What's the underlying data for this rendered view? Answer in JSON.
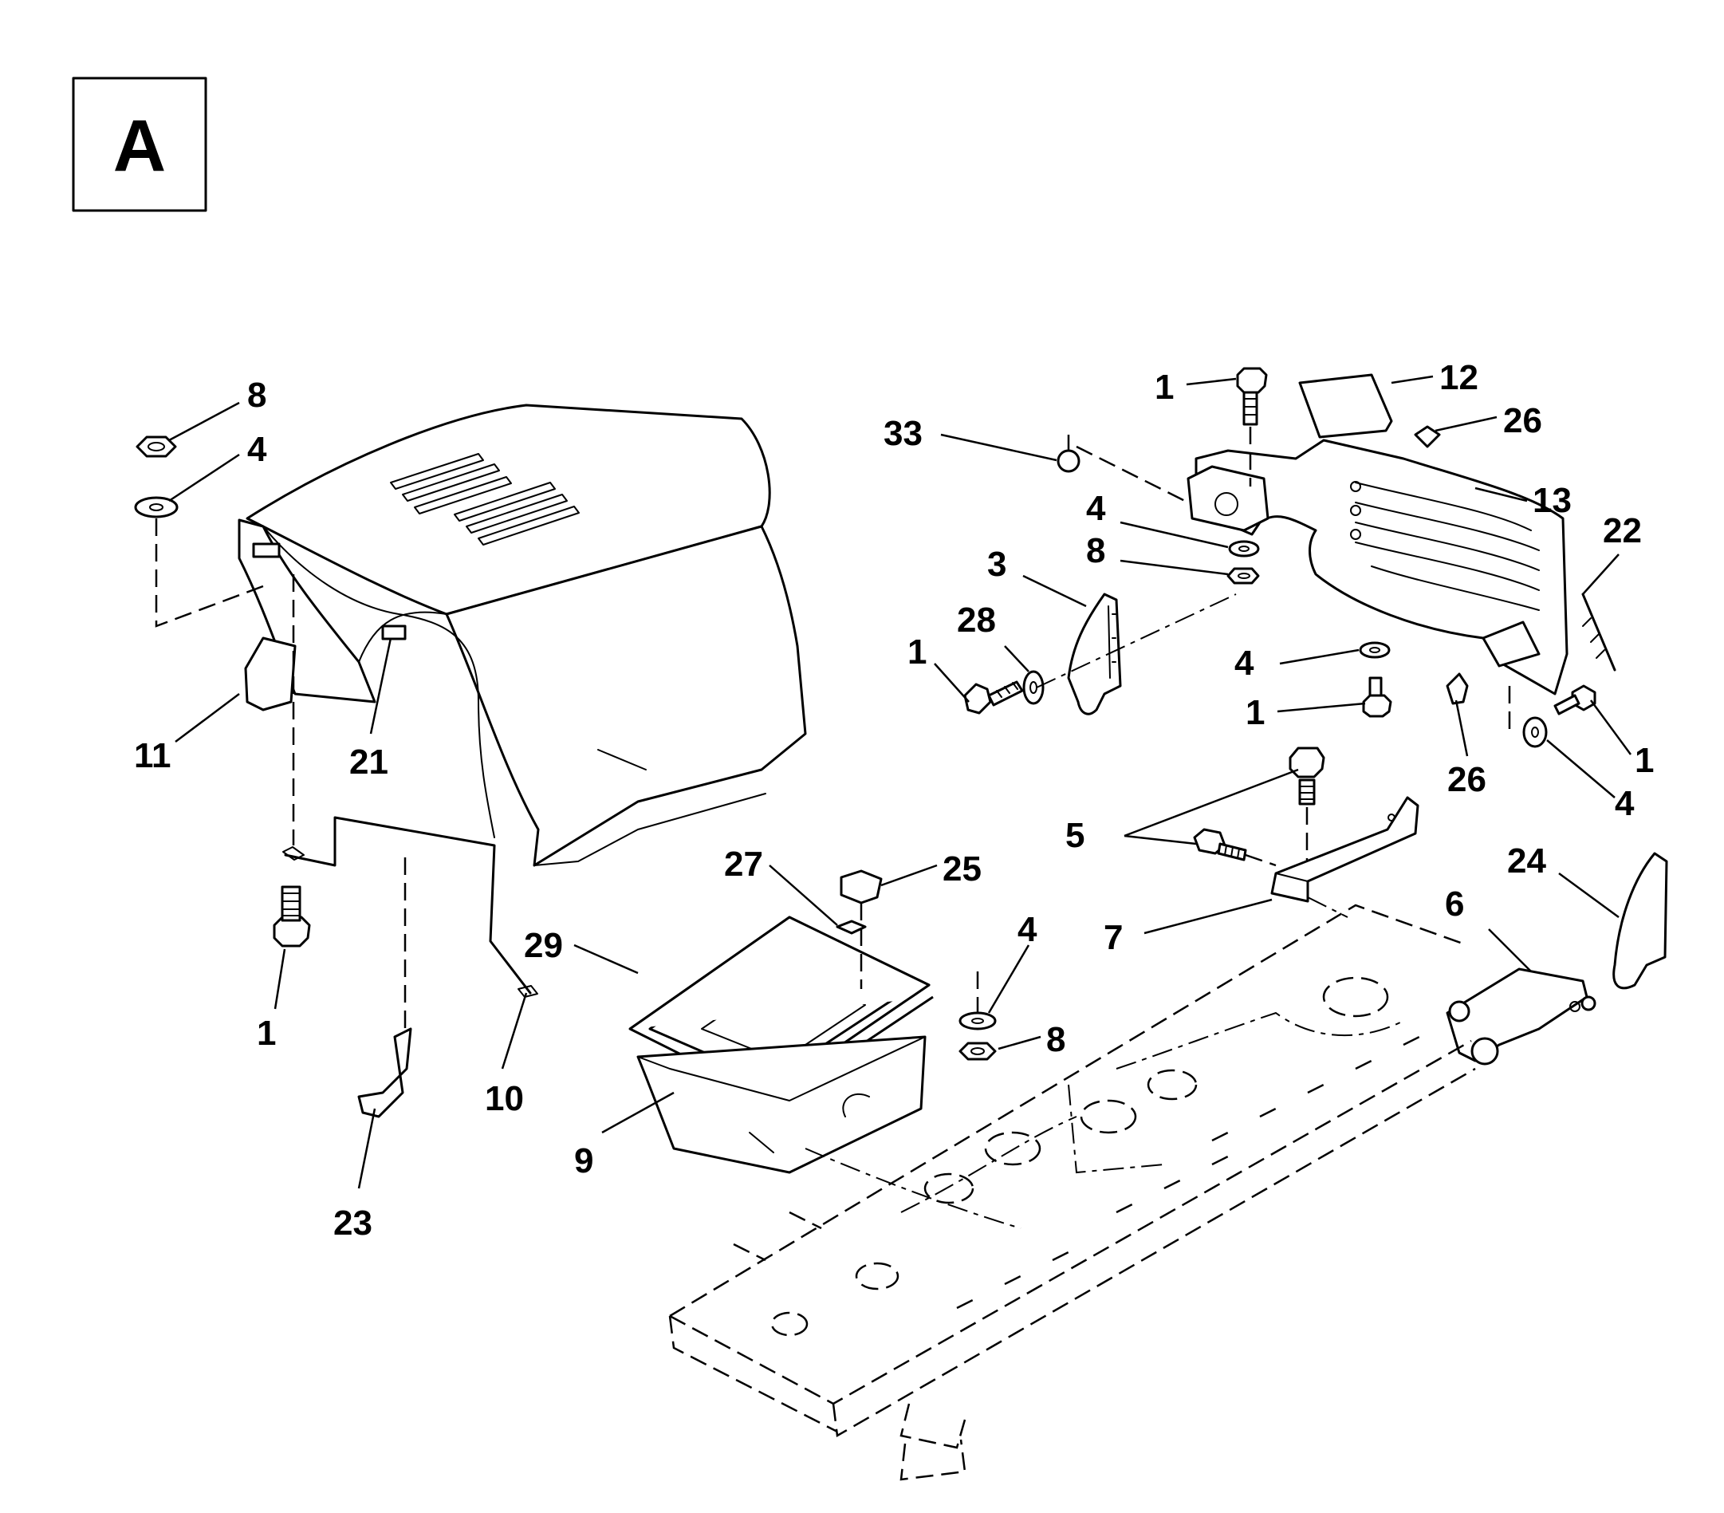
{
  "badge": "A",
  "labels": {
    "c1_left": "1",
    "c4_left": "4",
    "c8_left": "8",
    "c10": "10",
    "c11": "11",
    "c21": "21",
    "c23": "23",
    "c9": "9",
    "c29": "29",
    "c27": "27",
    "c25": "25",
    "c4_mid": "4",
    "c8_mid": "8",
    "c33": "33",
    "c1_top": "1",
    "c12": "12",
    "c26_top": "26",
    "c13": "13",
    "c22": "22",
    "c4_r1": "4",
    "c8_r1": "8",
    "c3": "3",
    "c28": "28",
    "c1_mid": "1",
    "c4_r2": "4",
    "c1_r2": "1",
    "c26_low": "26",
    "c1_far": "1",
    "c4_far": "4",
    "c5": "5",
    "c7": "7",
    "c6": "6",
    "c24": "24"
  }
}
